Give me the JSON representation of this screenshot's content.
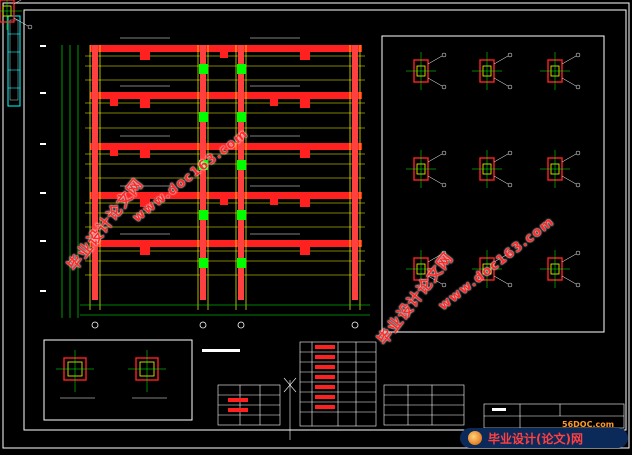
{
  "watermarks": {
    "cn_text": "毕业设计论文网",
    "url_text": "www.doc163.com"
  },
  "footer": {
    "site": "56DOC.com",
    "brand": "毕业设计(论文)网"
  },
  "colors": {
    "background": "#000000",
    "frame": "#00ffff",
    "beam": "#ff2020",
    "column": "#ff4040",
    "rebar": "#ffff00",
    "dim": "#00ff00",
    "text": "#ffffff",
    "watermark": "#ff2a2a"
  }
}
